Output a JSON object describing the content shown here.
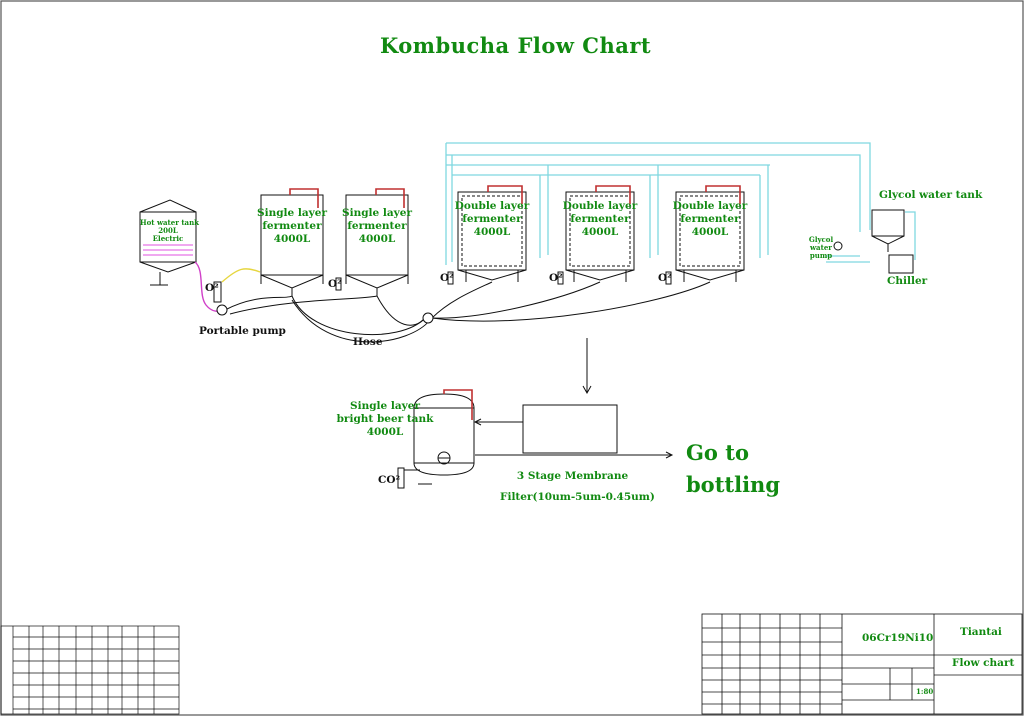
{
  "title": "Kombucha Flow Chart",
  "equipment": {
    "hot_water_tank": {
      "line1": "Hot water tank",
      "line2": "200L",
      "line3": "Electric"
    },
    "single_fermenter_1": {
      "line1": "Single layer",
      "line2": "fermenter",
      "line3": "4000L"
    },
    "single_fermenter_2": {
      "line1": "Single layer",
      "line2": "fermenter",
      "line3": "4000L"
    },
    "double_fermenter_1": {
      "line1": "Double layer",
      "line2": "fermenter",
      "line3": "4000L"
    },
    "double_fermenter_2": {
      "line1": "Double layer",
      "line2": "fermenter",
      "line3": "4000L"
    },
    "double_fermenter_3": {
      "line1": "Double layer",
      "line2": "fermenter",
      "line3": "4000L"
    },
    "glycol_tank": "Glycol water tank",
    "chiller": "Chiller",
    "glycol_pump": {
      "line1": "Glycol",
      "line2": "water",
      "line3": "pump"
    },
    "portable_pump": "Portable pump",
    "hose": "Hose",
    "bright_tank": {
      "line1": "Single layer",
      "line2": "bright beer tank",
      "line3": "4000L"
    },
    "filter": {
      "line1": "3 Stage Membrane",
      "line2": "Filter(10um-5um-0.45um)"
    },
    "go_to_bottling": {
      "line1": "Go to",
      "line2": "bottling"
    },
    "o2_label": "O²",
    "co2_label": "CO²"
  },
  "title_block": {
    "material": "06Cr19Ni10",
    "company": "Tiantai",
    "drawing_name": "Flow chart",
    "scale": "1:80"
  },
  "colors": {
    "line": "#111111",
    "text": "#118a11",
    "glycol_pipe": "#7fd8e0",
    "hose_yellow": "#e6d640",
    "hose_magenta": "#d040c8",
    "heater_pink": "#e050e0",
    "tank_outlet_red": "#c03030"
  }
}
